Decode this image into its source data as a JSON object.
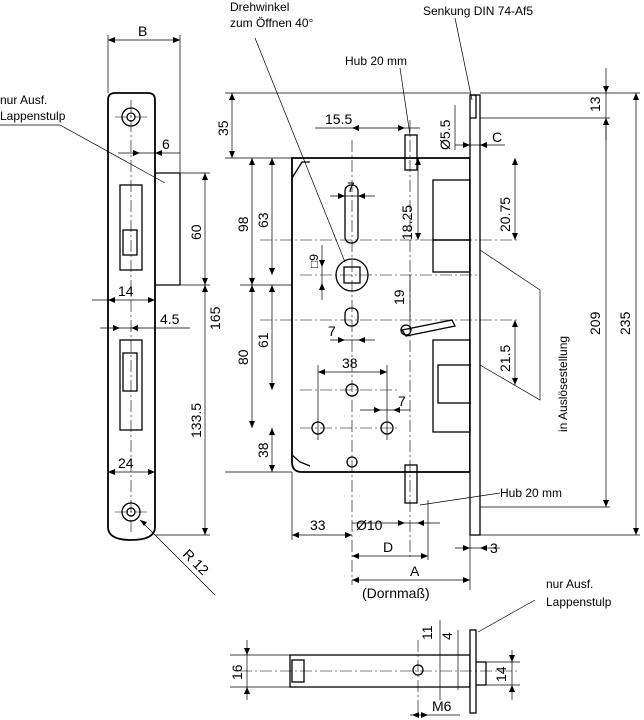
{
  "labels": {
    "B": "B",
    "nur_ausf_1": "nur Ausf.",
    "lappenstulp_1": "Lappenstulp",
    "drehwinkel_1": "Drehwinkel",
    "drehwinkel_2": "zum Öffnen 40°",
    "senkung": "Senkung DIN 74-Af5",
    "hub_top": "Hub 20 mm",
    "hub_bottom": "Hub 20 mm",
    "dim_6": "6",
    "dim_60": "60",
    "dim_14_left": "14",
    "dim_4_5": "4.5",
    "dim_165": "165",
    "dim_133_5": "133.5",
    "dim_24": "24",
    "dim_R12": "R 12",
    "dim_35": "35",
    "dim_98": "98",
    "dim_80": "80",
    "dim_63": "63",
    "dim_61": "61",
    "dim_38_v": "38",
    "dim_15_5": "15.5",
    "dim_5_5": "Ø5.5",
    "dim_C": "C",
    "dim_7_a": "7",
    "dim_18_25": "18.25",
    "dim_20_75": "20.75",
    "dim_9": "□9",
    "dim_19": "19",
    "dim_7_b": "7",
    "dim_38_h": "38",
    "dim_7_c": "7",
    "dim_21_5": "21.5",
    "auslosestellung": "in Auslösestellung",
    "dim_13": "13",
    "dim_209": "209",
    "dim_235": "235",
    "dim_33": "33",
    "dim_d10": "Ø10",
    "dim_D": "D",
    "dim_A": "A",
    "dornmass": "(Dornmaß)",
    "dim_3": "3",
    "nur_ausf_2": "nur Ausf.",
    "lappenstulp_2": "Lappenstulp",
    "dim_11": "11",
    "dim_4": "4",
    "dim_16": "16",
    "dim_14_bottom": "14",
    "dim_M6": "M6"
  }
}
